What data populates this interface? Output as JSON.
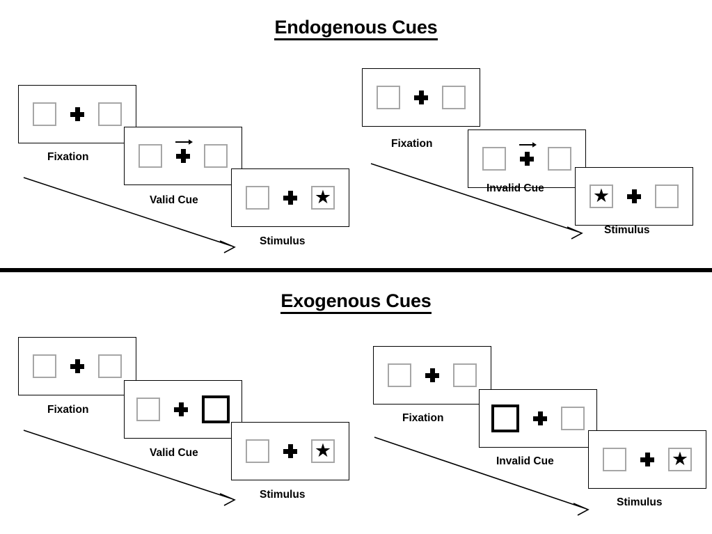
{
  "figure": {
    "sections": [
      {
        "title": "Endogenous Cues",
        "conditions": [
          {
            "name": "endogenous-valid",
            "frames": [
              {
                "label": "Fixation",
                "left_box": "empty",
                "right_box": "empty",
                "cue": "none",
                "center": "plus"
              },
              {
                "label": "Valid Cue",
                "left_box": "empty",
                "right_box": "empty",
                "cue": "arrow-right",
                "center": "plus"
              },
              {
                "label": "Stimulus",
                "left_box": "empty",
                "right_box": "star",
                "cue": "none",
                "center": "plus"
              }
            ]
          },
          {
            "name": "endogenous-invalid",
            "frames": [
              {
                "label": "Fixation",
                "left_box": "empty",
                "right_box": "empty",
                "cue": "none",
                "center": "plus"
              },
              {
                "label": "Invalid Cue",
                "left_box": "empty",
                "right_box": "empty",
                "cue": "arrow-right",
                "center": "plus"
              },
              {
                "label": "Stimulus",
                "left_box": "star",
                "right_box": "empty",
                "cue": "none",
                "center": "plus"
              }
            ]
          }
        ]
      },
      {
        "title": "Exogenous Cues",
        "conditions": [
          {
            "name": "exogenous-valid",
            "frames": [
              {
                "label": "Fixation",
                "left_box": "empty",
                "right_box": "empty",
                "cue": "none",
                "center": "plus"
              },
              {
                "label": "Valid Cue",
                "left_box": "empty",
                "right_box": "cued",
                "cue": "box-highlight-right",
                "center": "plus"
              },
              {
                "label": "Stimulus",
                "left_box": "empty",
                "right_box": "star",
                "cue": "none",
                "center": "plus"
              }
            ]
          },
          {
            "name": "exogenous-invalid",
            "frames": [
              {
                "label": "Fixation",
                "left_box": "empty",
                "right_box": "empty",
                "cue": "none",
                "center": "plus"
              },
              {
                "label": "Invalid Cue",
                "left_box": "cued",
                "right_box": "empty",
                "cue": "box-highlight-left",
                "center": "plus"
              },
              {
                "label": "Stimulus",
                "left_box": "empty",
                "right_box": "star",
                "cue": "none",
                "center": "plus"
              }
            ]
          }
        ]
      }
    ],
    "glyphs": {
      "star": "★",
      "arrow_right": "arrow-right-icon",
      "fixation_cross": "plus-icon"
    },
    "colors": {
      "ink": "#000000",
      "box_border": "#a6a6a6",
      "cued_box_border": "#000000",
      "frame_border": "#000000",
      "background": "#ffffff"
    }
  }
}
